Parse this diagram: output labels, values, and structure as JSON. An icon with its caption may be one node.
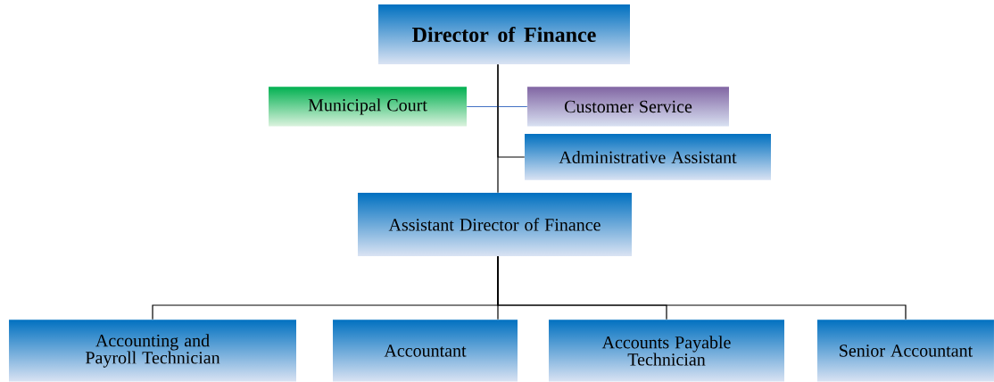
{
  "diagram": {
    "nodes": [
      {
        "text": [
          "Director of Finance"
        ]
      },
      {
        "text": [
          "Municipal Court"
        ]
      },
      {
        "text": [
          "Customer Service"
        ]
      },
      {
        "text": [
          "Administrative Assistant"
        ]
      },
      {
        "text": [
          "Assistant Director of Finance"
        ]
      },
      {
        "text": [
          "Accounting and Payroll Technician"
        ]
      },
      {
        "text": [
          "Accountant"
        ]
      },
      {
        "text": [
          "Accounts Payable Technician"
        ]
      },
      {
        "text": [
          "Senior Accountant"
        ]
      }
    ],
    "edges": [
      {
        "from": 0,
        "to": 4,
        "arrow": "none"
      },
      {
        "from": 1,
        "to": 2,
        "arrow": "none",
        "color": "#4472c4"
      },
      {
        "from": 0,
        "to": 3,
        "arrow": "none"
      },
      {
        "from": 4,
        "to": 5,
        "arrow": "none"
      },
      {
        "from": 4,
        "to": 6,
        "arrow": "none"
      },
      {
        "from": 4,
        "to": 7,
        "arrow": "none"
      },
      {
        "from": 4,
        "to": 8,
        "arrow": "none"
      }
    ]
  }
}
